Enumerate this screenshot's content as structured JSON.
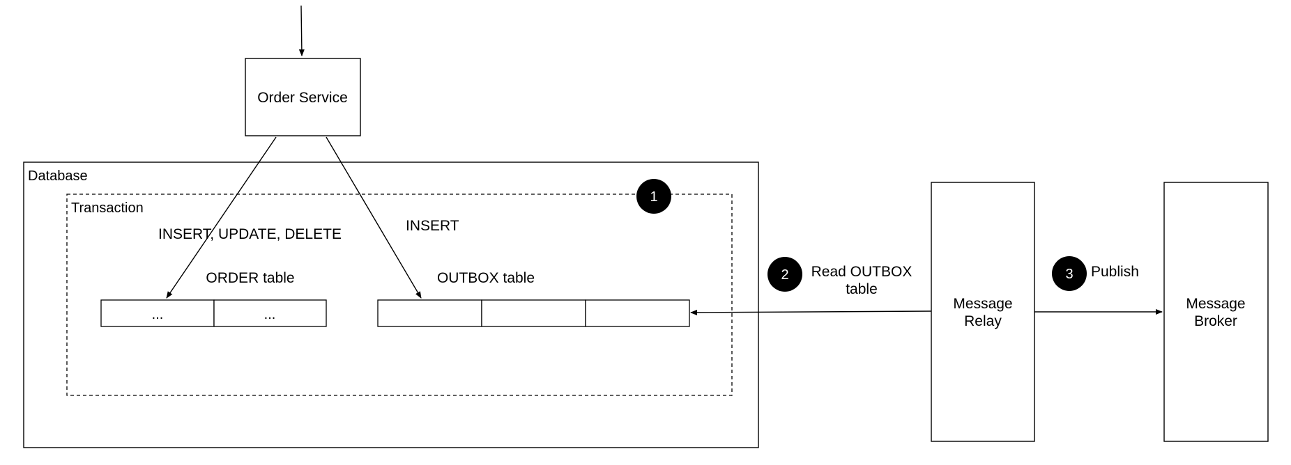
{
  "diagram": {
    "order_service": "Order Service",
    "database": "Database",
    "transaction": "Transaction",
    "insert_update_delete": "INSERT, UPDATE, DELETE",
    "insert": "INSERT",
    "order_table": {
      "label": "ORDER table",
      "cells": [
        "...",
        "..."
      ]
    },
    "outbox_table": {
      "label": "OUTBOX table",
      "cells": [
        "",
        "",
        ""
      ]
    },
    "steps": {
      "one": "1",
      "two": "2",
      "three": "3"
    },
    "read_outbox": {
      "line1": "Read OUTBOX",
      "line2": "table"
    },
    "publish": "Publish",
    "message_relay": {
      "line1": "Message",
      "line2": "Relay"
    },
    "message_broker": {
      "line1": "Message",
      "line2": "Broker"
    }
  },
  "colors": {
    "line": "#000000",
    "badge_fill": "#000000",
    "badge_text": "#ffffff",
    "background": "#ffffff"
  }
}
